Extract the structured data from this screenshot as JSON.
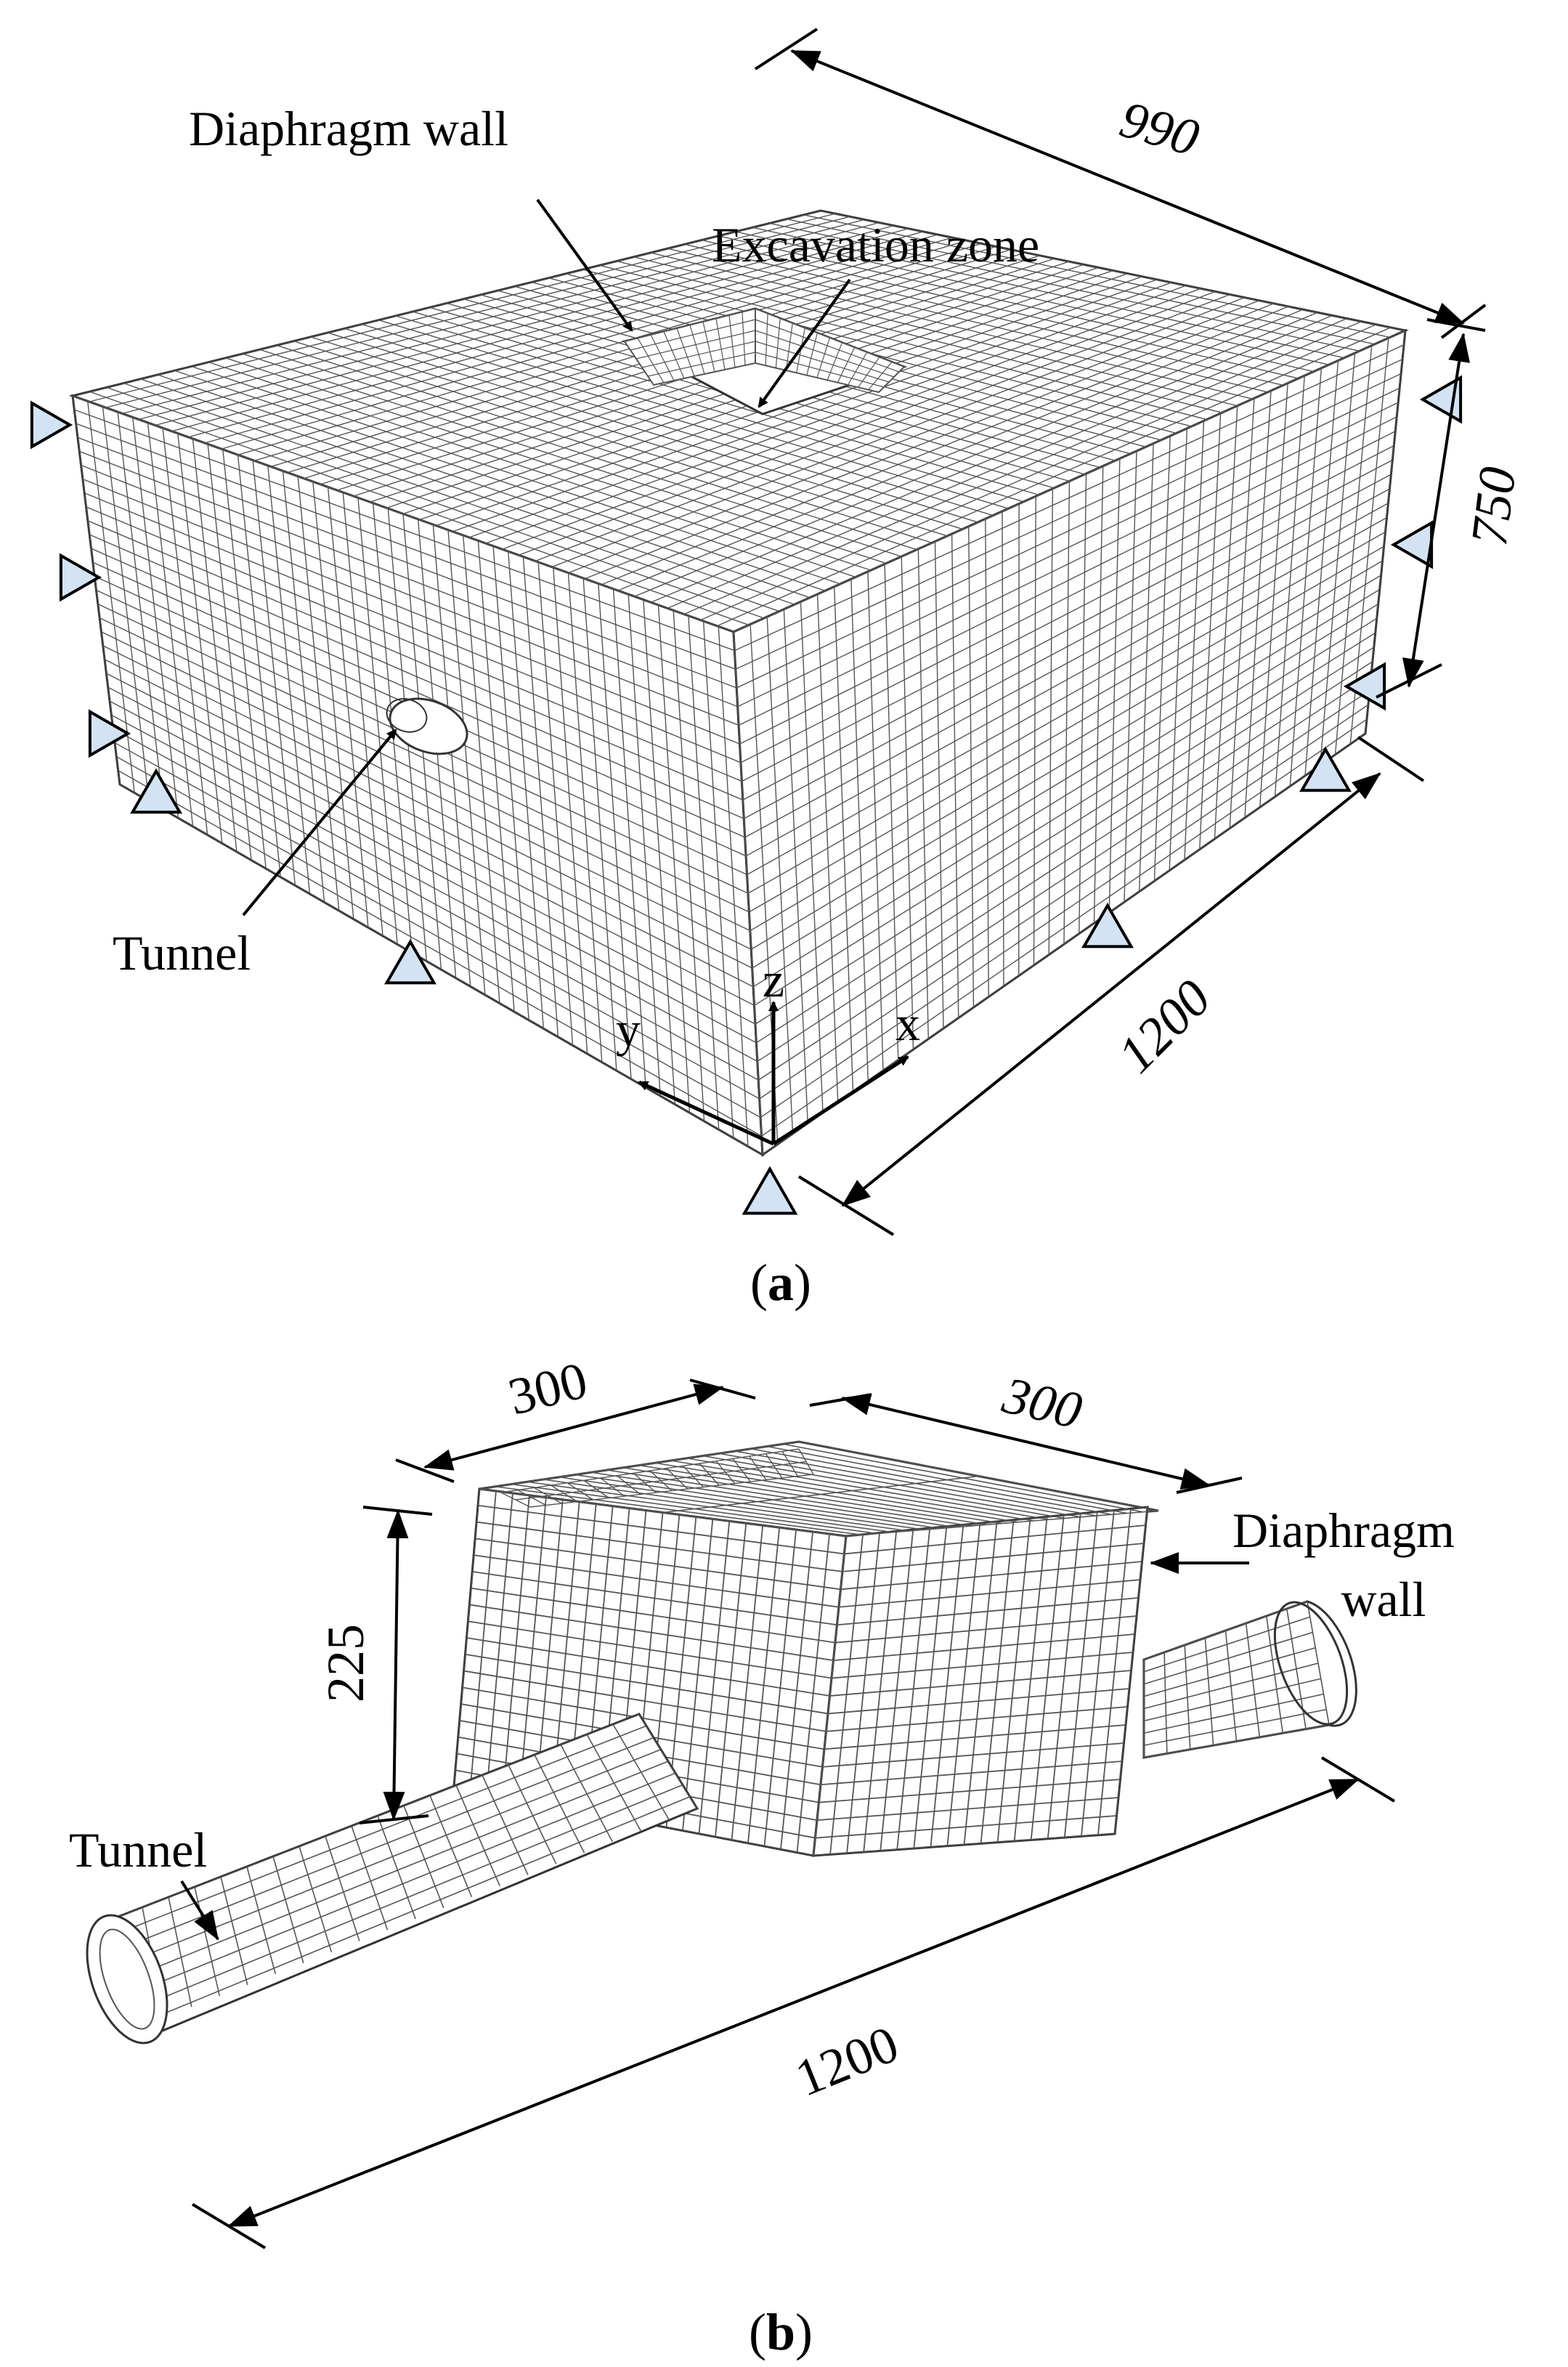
{
  "figure_a": {
    "caption_open": "(",
    "caption_letter": "a",
    "caption_close": ")",
    "labels": {
      "diaphragm_wall": "Diaphragm wall",
      "excavation_zone": "Excavation zone",
      "tunnel": "Tunnel"
    },
    "dimensions": {
      "width": "990",
      "height": "750",
      "length": "1200"
    },
    "axes": {
      "x": "x",
      "y": "y",
      "z": "z"
    }
  },
  "figure_b": {
    "caption_open": "(",
    "caption_letter": "b",
    "caption_close": ")",
    "labels": {
      "diaphragm_wall_line1": "Diaphragm",
      "diaphragm_wall_line2": "wall",
      "tunnel": "Tunnel"
    },
    "dimensions": {
      "wall_width_front": "300",
      "wall_width_side": "300",
      "wall_height": "225",
      "tunnel_length": "1200"
    }
  },
  "colors": {
    "mesh_line": "#555555",
    "support_fill": "#d4e3f3",
    "support_stroke": "#000000",
    "arrow": "#000000"
  }
}
